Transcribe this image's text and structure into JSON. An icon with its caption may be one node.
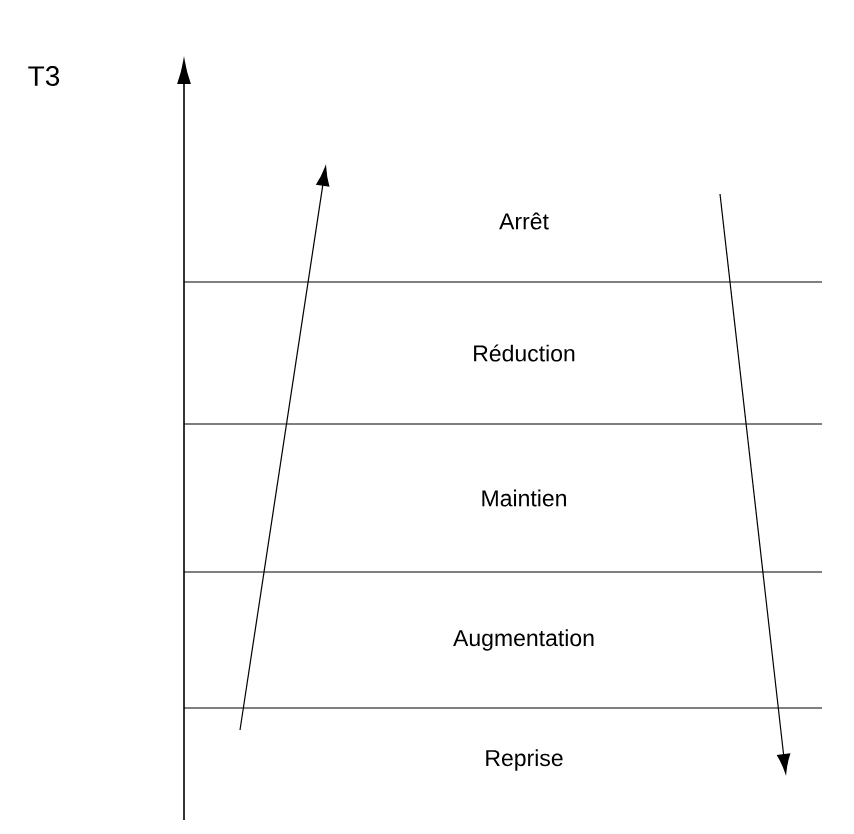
{
  "diagram": {
    "nodes": [
      {
        "text": [
          "Arrêt"
        ]
      },
      {
        "text": [
          "Réduction"
        ]
      },
      {
        "text": [
          "Maintien"
        ]
      },
      {
        "text": [
          "Augmentation"
        ]
      },
      {
        "text": [
          "Reprise"
        ]
      }
    ],
    "labels": [
      "T3"
    ]
  }
}
